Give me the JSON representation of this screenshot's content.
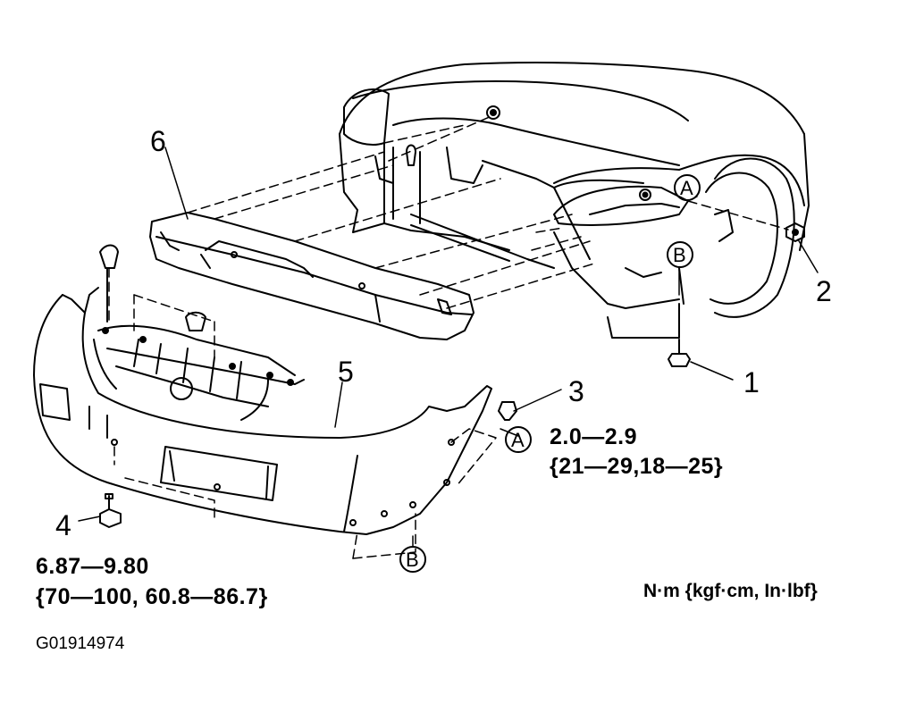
{
  "callouts": {
    "p1": "1",
    "p2": "2",
    "p3": "3",
    "p4": "4",
    "p5": "5",
    "p6": "6"
  },
  "refs": {
    "a_top": "A",
    "b_top": "B",
    "a_bottom": "A",
    "b_bottom": "B"
  },
  "torque": {
    "part3_line1": "2.0—2.9",
    "part3_line2": "{21—29,18—25}",
    "part4_line1": "6.87—9.80",
    "part4_line2": "{70—100, 60.8—86.7}"
  },
  "units": "N·m {kgf·cm, In·lbf}",
  "figure_id": "G01914974"
}
